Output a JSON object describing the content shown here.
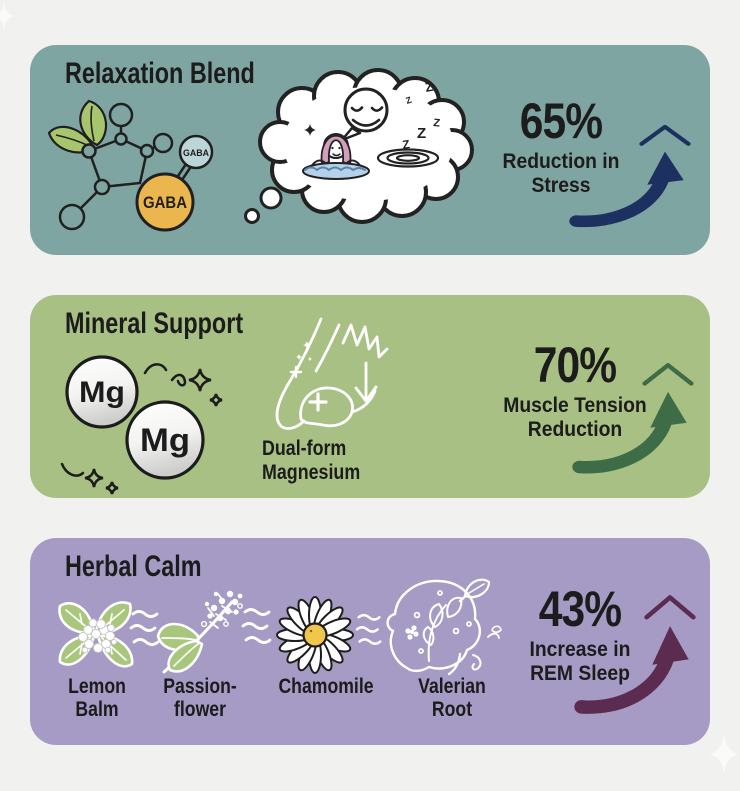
{
  "page": {
    "background": "#f1f1f0",
    "sparkle_color": "#fafaf8",
    "text_color": "#1c1c1c",
    "illustration_names": [
      "gaba-molecule",
      "dream-thought-bubble",
      "trend-up-arrow",
      "magnesium-spheres",
      "flexed-muscle",
      "lemon-balm",
      "passionflower",
      "chamomile",
      "valerian-root-head",
      "aroma-waves",
      "sparkle"
    ]
  },
  "panels": [
    {
      "title": "Relaxation Blend",
      "background": "#7fa5a2",
      "stat": {
        "value": "65%",
        "line1": "Reduction in",
        "line2": "Stress"
      },
      "arrow_color": "#1d3160",
      "molecule": {
        "label_main": "GABA",
        "label_small": "GABA",
        "node_main_color": "#ecb64f",
        "node_small_color": "#bcd6d7",
        "leaf_color": "#a6c56d"
      },
      "dream_bubble": {
        "zzz": "Z",
        "hair_color": "#d29eb9",
        "water_color": "#b5d0e9"
      }
    },
    {
      "title": "Mineral Support",
      "background": "#a8c084",
      "stat": {
        "value": "70%",
        "line1": "Muscle Tension",
        "line2": "Reduction"
      },
      "arrow_color": "#3e6c46",
      "mg_spheres": {
        "symbol": "Mg"
      },
      "muscle_caption": {
        "line1": "Dual-form",
        "line2": "Magnesium"
      }
    },
    {
      "title": "Herbal Calm",
      "background": "#a59bc4",
      "stat": {
        "value": "43%",
        "line1": "Increase in",
        "line2": "REM Sleep"
      },
      "arrow_color": "#5b2c50",
      "herb_leaf_color": "#a9c77c",
      "chamomile_center_color": "#f0c64c",
      "herbs": [
        {
          "line1": "Lemon",
          "line2": "Balm"
        },
        {
          "line1": "Passion-",
          "line2": "flower"
        },
        {
          "line1": "Chamomile",
          "line2": ""
        },
        {
          "line1": "Valerian",
          "line2": "Root"
        }
      ]
    }
  ]
}
